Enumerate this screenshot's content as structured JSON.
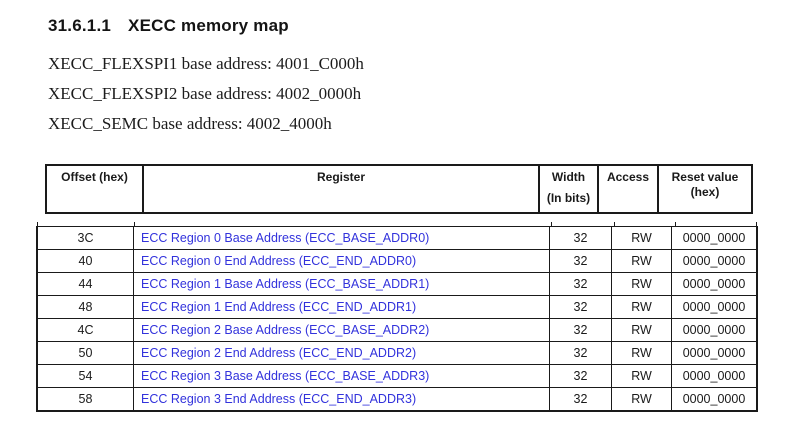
{
  "heading": {
    "number": "31.6.1.1",
    "title": "XECC memory map"
  },
  "intro": {
    "line1": "XECC_FLEXSPI1 base address: 4001_C000h",
    "line2": "XECC_FLEXSPI2 base address: 4002_0000h",
    "line3": "XECC_SEMC base address: 4002_4000h"
  },
  "table": {
    "headers": {
      "offset": "Offset (hex)",
      "register": "Register",
      "width_line1": "Width",
      "width_line2": "(In bits)",
      "access": "Access",
      "reset_line1": "Reset value",
      "reset_line2": "(hex)"
    },
    "rows": [
      {
        "offset": "3C",
        "register": "ECC Region 0 Base Address (ECC_BASE_ADDR0)",
        "width": "32",
        "access": "RW",
        "reset": "0000_0000"
      },
      {
        "offset": "40",
        "register": "ECC Region 0 End Address (ECC_END_ADDR0)",
        "width": "32",
        "access": "RW",
        "reset": "0000_0000"
      },
      {
        "offset": "44",
        "register": "ECC Region 1 Base Address (ECC_BASE_ADDR1)",
        "width": "32",
        "access": "RW",
        "reset": "0000_0000"
      },
      {
        "offset": "48",
        "register": "ECC Region 1 End Address (ECC_END_ADDR1)",
        "width": "32",
        "access": "RW",
        "reset": "0000_0000"
      },
      {
        "offset": "4C",
        "register": "ECC Region 2 Base Address (ECC_BASE_ADDR2)",
        "width": "32",
        "access": "RW",
        "reset": "0000_0000"
      },
      {
        "offset": "50",
        "register": "ECC Region 2 End Address (ECC_END_ADDR2)",
        "width": "32",
        "access": "RW",
        "reset": "0000_0000"
      },
      {
        "offset": "54",
        "register": "ECC Region 3 Base Address (ECC_BASE_ADDR3)",
        "width": "32",
        "access": "RW",
        "reset": "0000_0000"
      },
      {
        "offset": "58",
        "register": "ECC Region 3 End Address (ECC_END_ADDR3)",
        "width": "32",
        "access": "RW",
        "reset": "0000_0000"
      }
    ]
  },
  "colors": {
    "link_blue": "#3232dc",
    "text": "#1a1a1a",
    "background": "#ffffff"
  }
}
